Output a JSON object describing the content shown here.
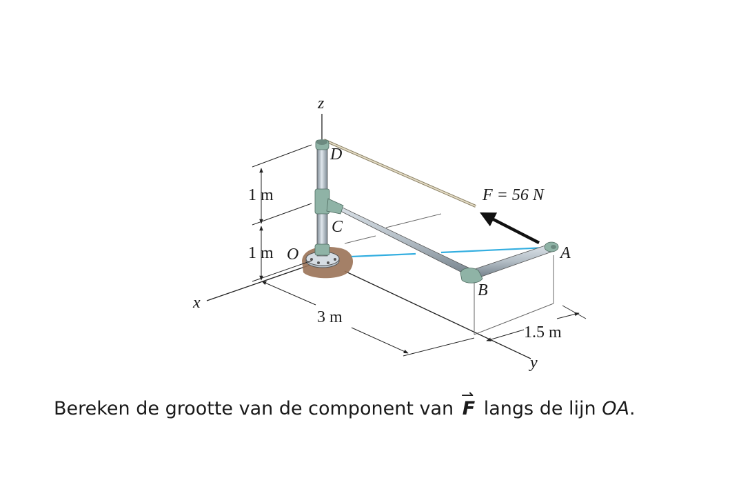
{
  "labels": {
    "z_axis": "z",
    "x_axis": "x",
    "y_axis": "y",
    "point_D": "D",
    "point_C": "C",
    "point_O": "O",
    "point_A": "A",
    "point_B": "B",
    "dim_upper": "1 m",
    "dim_lower": "1 m",
    "dim_3m": "3 m",
    "dim_15m": "1.5 m",
    "force": "F = 56 N"
  },
  "question": {
    "text_before": "Bereken de grootte van de component van ",
    "vector_symbol": "F",
    "vector_arrow": "⇀",
    "text_middle": " langs de lijn ",
    "line_name": "OA",
    "text_end": "."
  },
  "colors": {
    "pipe": "#aeb9c2",
    "pipe_joint": "#8fb3a6",
    "cable": "#d8cdb2",
    "line_OA": "#33aee0",
    "ground": "#9a7256",
    "dimension": "#222222"
  }
}
